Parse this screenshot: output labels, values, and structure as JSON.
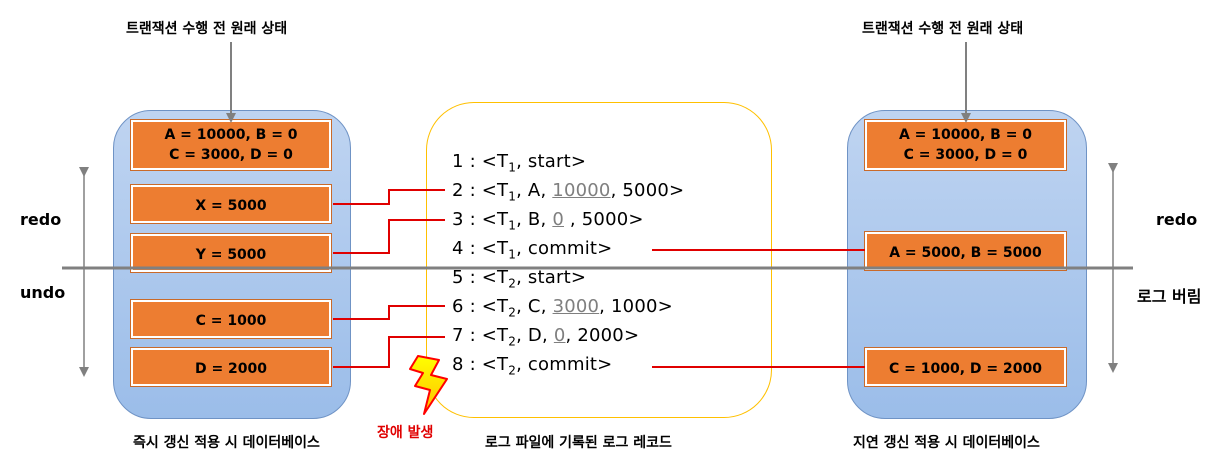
{
  "captions": {
    "top_left": "트랜잭션 수행 전 원래 상태",
    "top_right": "트랜잭션 수행 전 원래 상태",
    "bottom_left": "즉시 갱신 적용 시 데이터베이스",
    "bottom_center": "로그 파일에 기록된 로그 레코드",
    "bottom_right": "지연 갱신 적용 시 데이터베이스"
  },
  "labels": {
    "redo_left": "redo",
    "undo_left": "undo",
    "redo_right": "redo",
    "log_discard": "로그 버림",
    "failure": "장애 발생"
  },
  "immediate_db": {
    "initial_line1": "A = 10000, B = 0",
    "initial_line2": "C = 3000, D = 0",
    "x": "X = 5000",
    "y": "Y = 5000",
    "c": "C = 1000",
    "d": "D = 2000"
  },
  "deferred_db": {
    "initial_line1": "A = 10000, B = 0",
    "initial_line2": "C = 3000, D = 0",
    "ab": "A = 5000, B = 5000",
    "cd": "C = 1000, D = 2000"
  },
  "log": [
    {
      "n": "1",
      "t": "1",
      "pre": ", start>",
      "old": "",
      "post": ""
    },
    {
      "n": "2",
      "t": "1",
      "pre": ", A, ",
      "old": "10000",
      "post": ", 5000>"
    },
    {
      "n": "3",
      "t": "1",
      "pre": ", B, ",
      "old": "0",
      "post": " , 5000>"
    },
    {
      "n": "4",
      "t": "1",
      "pre": ", commit>",
      "old": "",
      "post": ""
    },
    {
      "n": "5",
      "t": "2",
      "pre": ", start>",
      "old": "",
      "post": ""
    },
    {
      "n": "6",
      "t": "2",
      "pre": ", C, ",
      "old": "3000",
      "post": ", 1000>"
    },
    {
      "n": "7",
      "t": "2",
      "pre": ", D, ",
      "old": "0",
      "post": ", 2000>"
    },
    {
      "n": "8",
      "t": "2",
      "pre": ", commit>",
      "old": "",
      "post": ""
    }
  ],
  "colors": {
    "box_fill": "#ed7d31",
    "db_fill": "#9bbde9",
    "log_border": "#ffc000",
    "connector": "#e00000",
    "divider": "#808080",
    "old_value": "#7f7f7f"
  }
}
